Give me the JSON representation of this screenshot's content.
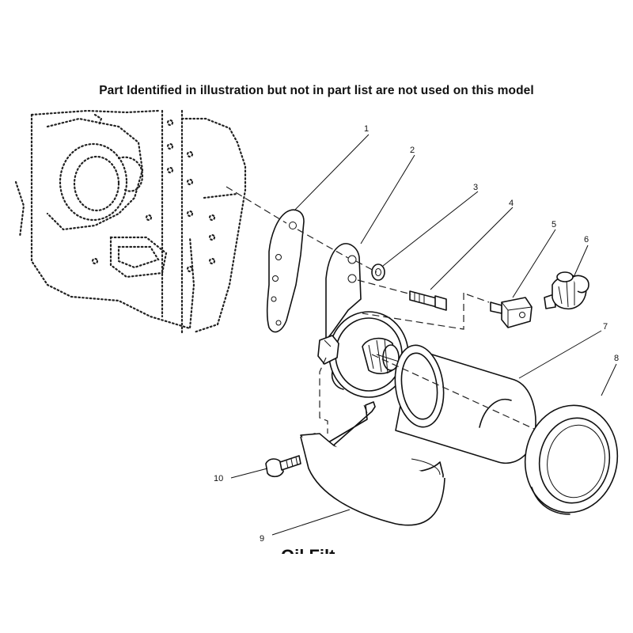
{
  "header": {
    "note": "Part Identified in illustration but not in part list are not used on this model"
  },
  "diagram": {
    "callouts": [
      "1",
      "2",
      "3",
      "4",
      "5",
      "6",
      "7",
      "8",
      "9",
      "10"
    ],
    "cut_title": "Oil Filt"
  },
  "colors": {
    "ink": "#111111",
    "paper": "#ffffff"
  }
}
